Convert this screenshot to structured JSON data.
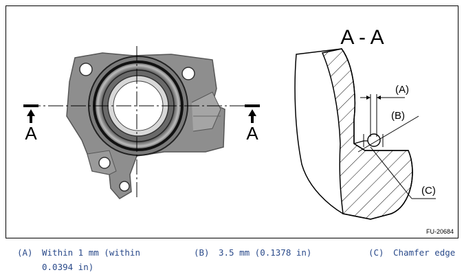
{
  "figure": {
    "section_title": "A - A",
    "section_mark_left": "A",
    "section_mark_right": "A",
    "callout_a": "(A)",
    "callout_b": "(B)",
    "callout_c": "(C)",
    "figure_id": "FU-20684"
  },
  "legend": [
    {
      "key": "(A)",
      "text": "Within 1 mm (within 0.0394 in)"
    },
    {
      "key": "(B)",
      "text": "3.5 mm (0.1378 in)"
    },
    {
      "key": "(C)",
      "text": "Chamfer edge"
    }
  ]
}
